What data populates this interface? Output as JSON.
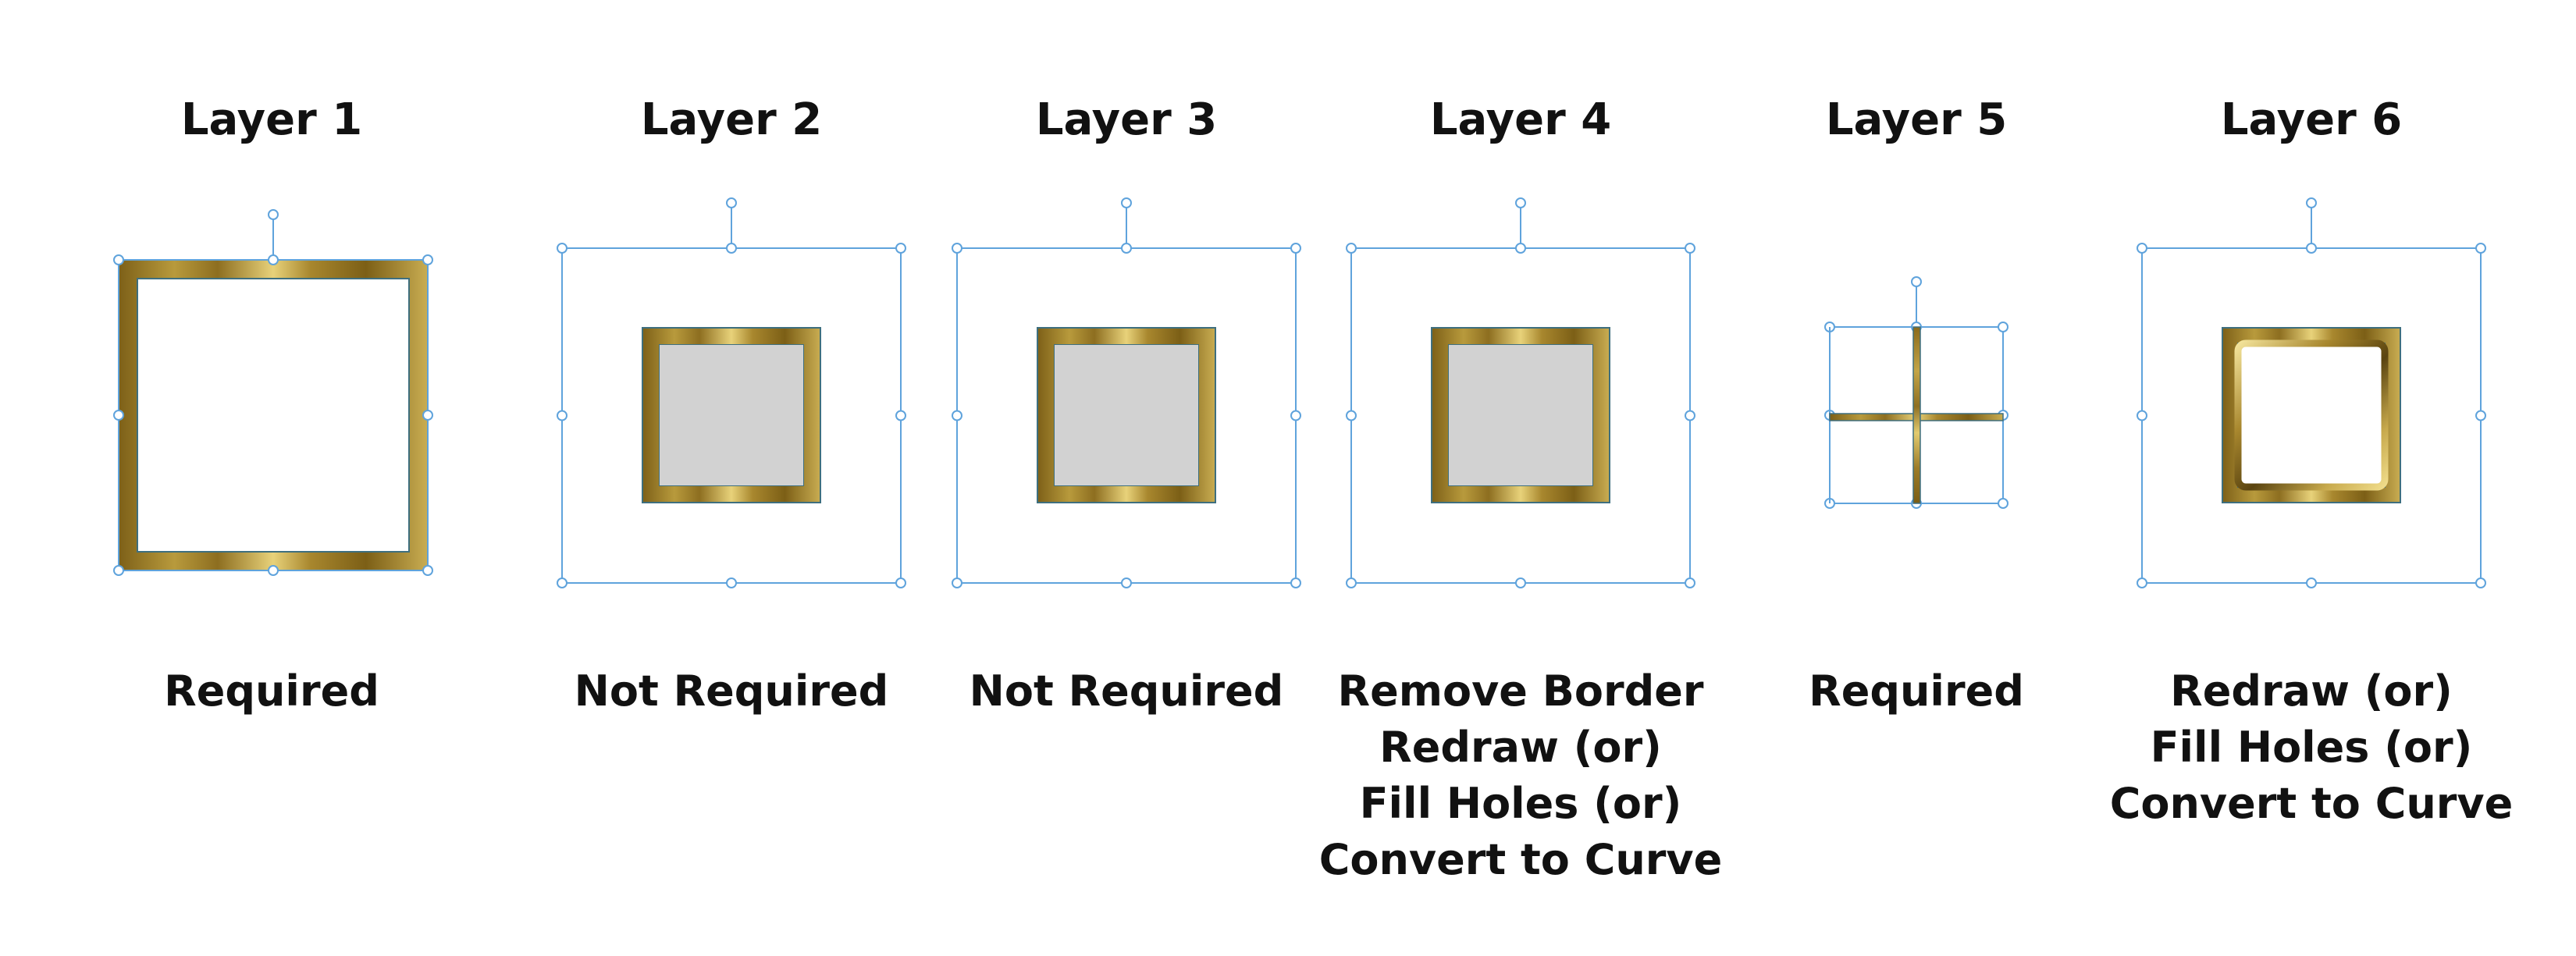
{
  "colors": {
    "handle_line": "#5fa3dc",
    "frame_gold_dark": "#8a6a1c",
    "frame_gold_light": "#e6cf72",
    "frame_edge": "#3e6f7f",
    "inner_fill": "#d2d2d2",
    "text": "#111111"
  },
  "layers": [
    {
      "title": "Layer 1",
      "note_lines": [
        "Required"
      ],
      "shape": "hollow-frame",
      "icon": "gold-hollow-square-frame"
    },
    {
      "title": "Layer 2",
      "note_lines": [
        "Not Required"
      ],
      "shape": "filled-frame",
      "icon": "gold-filled-square-frame"
    },
    {
      "title": "Layer 3",
      "note_lines": [
        "Not Required"
      ],
      "shape": "filled-frame",
      "icon": "gold-filled-square-frame"
    },
    {
      "title": "Layer 4",
      "note_lines": [
        "Remove Border",
        "Redraw (or)",
        "Fill Holes (or)",
        "Convert to Curve"
      ],
      "shape": "filled-frame",
      "icon": "gold-filled-square-frame"
    },
    {
      "title": "Layer 5",
      "note_lines": [
        "Required"
      ],
      "shape": "cross",
      "icon": "gold-cross-lines"
    },
    {
      "title": "Layer 6",
      "note_lines": [
        "Redraw (or)",
        "Fill Holes (or)",
        "Convert to Curve"
      ],
      "shape": "beveled-hollow-frame",
      "icon": "gold-beveled-hollow-frame"
    }
  ]
}
